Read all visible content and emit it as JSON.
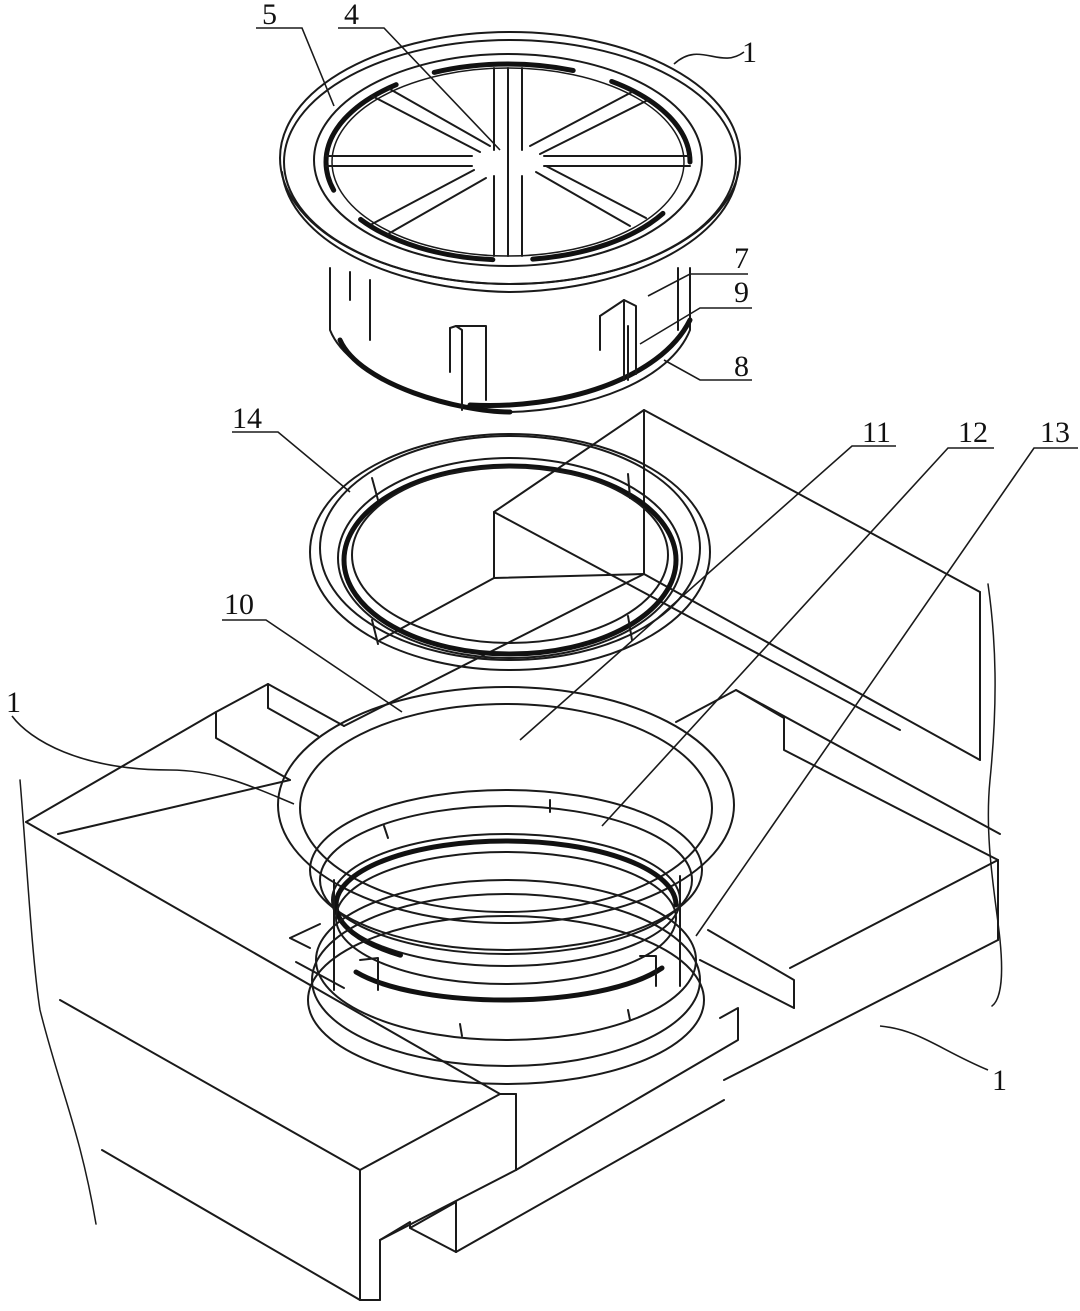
{
  "labels": {
    "l1_top": "1",
    "l1_left": "1",
    "l1_bottom": "1",
    "l4": "4",
    "l5": "5",
    "l7": "7",
    "l8": "8",
    "l9": "9",
    "l10": "10",
    "l11": "11",
    "l12": "12",
    "l13": "13",
    "l14": "14"
  }
}
